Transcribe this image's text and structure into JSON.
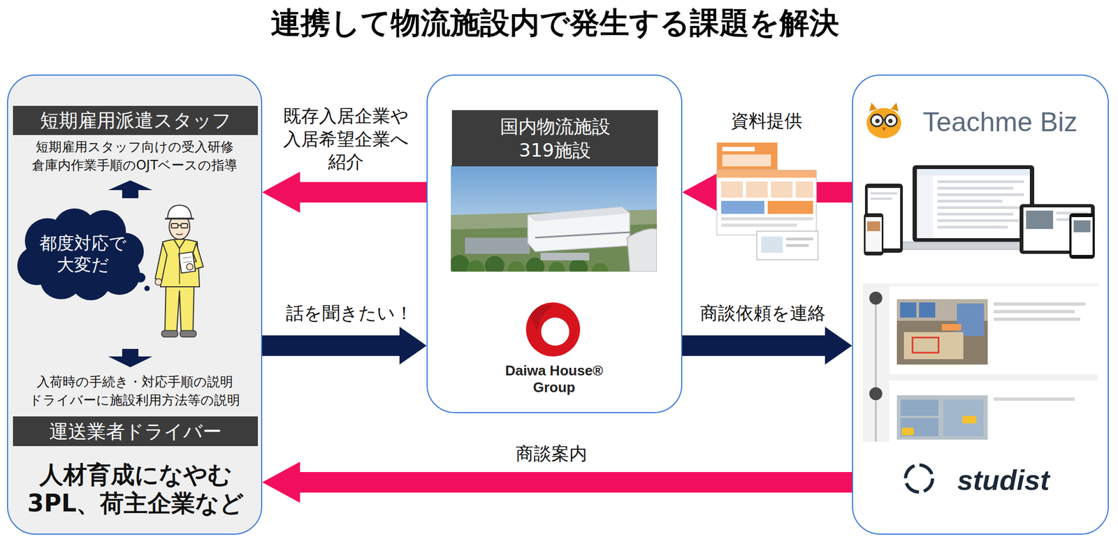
{
  "diagram": {
    "title": "連携して物流施設内で発生する課題を解決",
    "nodes": [
      {
        "text": [
          "人材育成になやむ 3PL、荷主企業など"
        ]
      },
      {
        "text": [
          "短期雇用派遣スタッフ"
        ],
        "in": 0
      },
      {
        "text": [
          "都度対応で 大変だ"
        ],
        "in": 0
      },
      {
        "text": [
          "運送業者ドライバー"
        ],
        "in": 0
      },
      {
        "text": [
          "Daiwa House® Group"
        ]
      },
      {
        "text": [
          "国内物流施設 319施設"
        ],
        "in": 4
      },
      {
        "text": [
          "Teachme Biz",
          "studist"
        ]
      }
    ],
    "edges": [
      {
        "from": 4,
        "to": 0,
        "arrow": "to",
        "label": "既存入居企業や 入居希望企業へ 紹介"
      },
      {
        "from": 6,
        "to": 4,
        "arrow": "to",
        "label": "資料提供"
      },
      {
        "from": 0,
        "to": 4,
        "arrow": "to",
        "label": "話を聞きたい！"
      },
      {
        "from": 4,
        "to": 6,
        "arrow": "to",
        "label": "商談依頼を連絡"
      },
      {
        "from": 6,
        "to": 0,
        "arrow": "to",
        "label": "商談案内"
      }
    ],
    "labels": [
      "短期雇用スタッフ向けの受入研修 倉庫内作業手順のOJTベースの指導",
      "入荷時の手続き・対応手順の説明 ドライバーに施設利用方法等の説明"
    ]
  }
}
